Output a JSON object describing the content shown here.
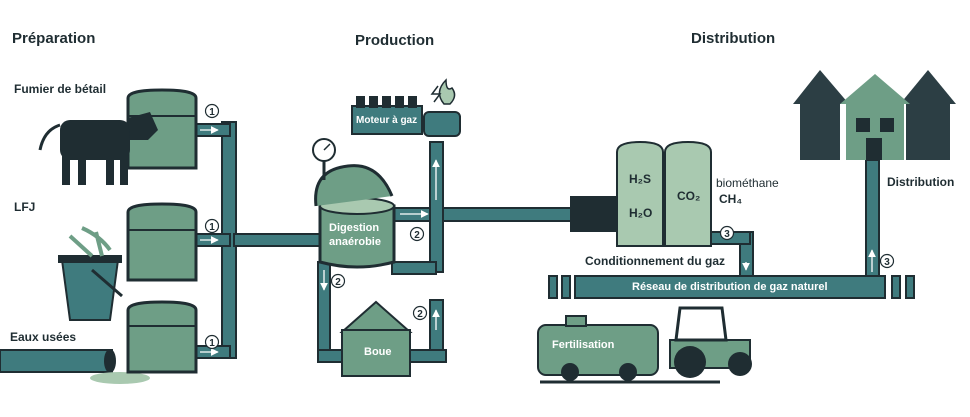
{
  "sections": {
    "preparation": "Préparation",
    "production": "Production",
    "distribution": "Distribution"
  },
  "sources": {
    "manure": "Fumier de bétail",
    "lfj": "LFJ",
    "wastewater": "Eaux usées"
  },
  "production": {
    "gas_engine": "Moteur à gaz",
    "digester_line1": "Digestion",
    "digester_line2": "anaérobie",
    "sludge": "Boue"
  },
  "distribution": {
    "h2s": "H₂S",
    "h2o": "H₂O",
    "co2": "CO₂",
    "biomethane": "biométhane",
    "ch4": "CH₄",
    "conditioning": "Conditionnement du gaz",
    "network": "Réseau de distribution de gaz naturel",
    "houses": "Distribution",
    "fertilisation": "Fertilisation"
  },
  "steps": {
    "one": "1",
    "two": "2",
    "three": "3"
  },
  "colors": {
    "dark": "#1f2d32",
    "teal": "#3f7b7e",
    "green": "#6e9e86",
    "light_green": "#a9c9b0",
    "white": "#ffffff"
  }
}
